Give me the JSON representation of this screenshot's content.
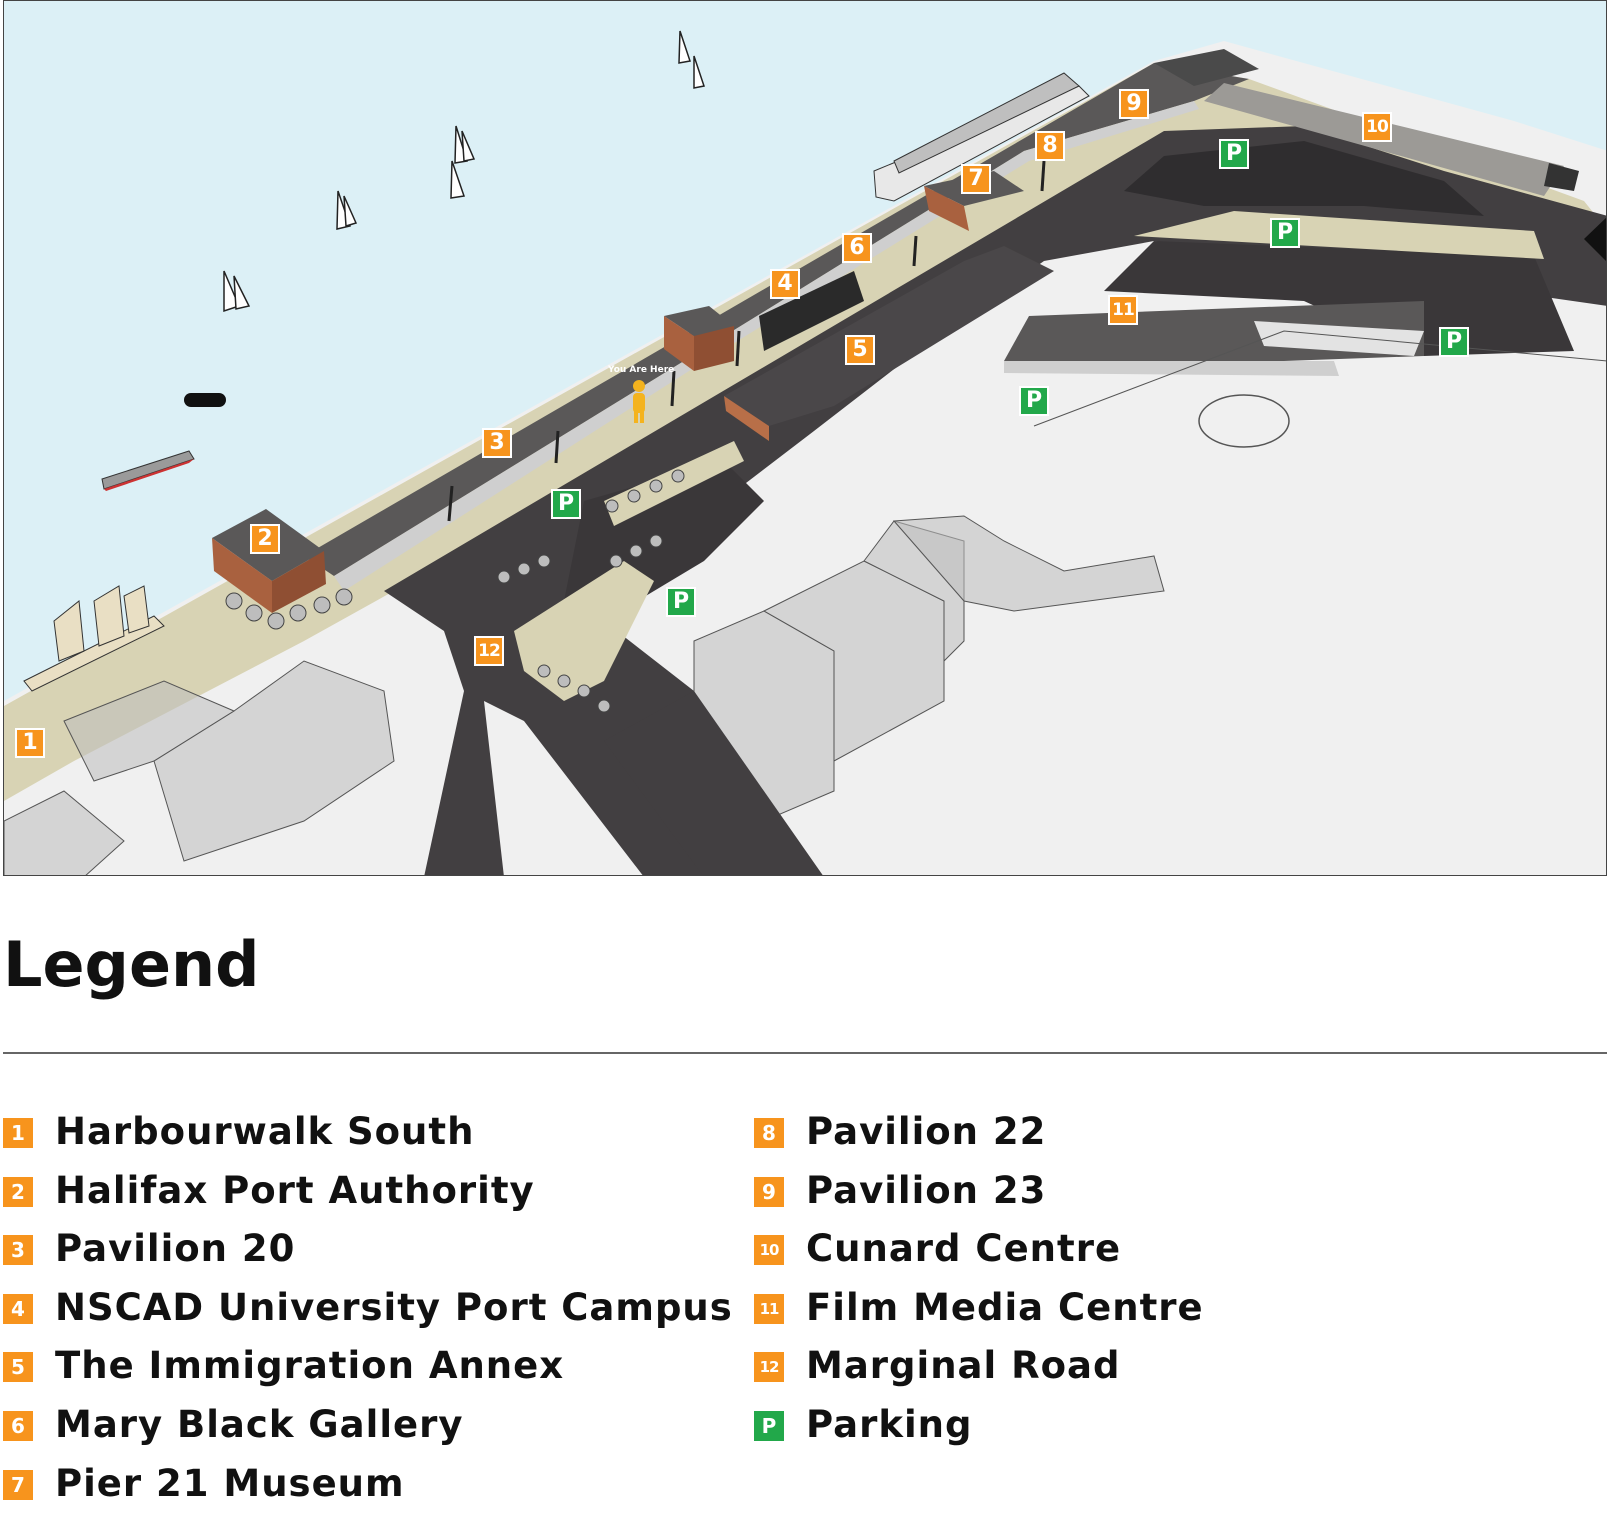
{
  "map": {
    "you_are_here": "You Are Here",
    "markers": [
      {
        "label": "1",
        "kind": "number"
      },
      {
        "label": "2",
        "kind": "number"
      },
      {
        "label": "3",
        "kind": "number"
      },
      {
        "label": "4",
        "kind": "number"
      },
      {
        "label": "5",
        "kind": "number"
      },
      {
        "label": "6",
        "kind": "number"
      },
      {
        "label": "7",
        "kind": "number"
      },
      {
        "label": "8",
        "kind": "number"
      },
      {
        "label": "9",
        "kind": "number"
      },
      {
        "label": "10",
        "kind": "number"
      },
      {
        "label": "11",
        "kind": "number"
      },
      {
        "label": "12",
        "kind": "number"
      },
      {
        "label": "P",
        "kind": "parking"
      },
      {
        "label": "P",
        "kind": "parking"
      },
      {
        "label": "P",
        "kind": "parking"
      },
      {
        "label": "P",
        "kind": "parking"
      },
      {
        "label": "P",
        "kind": "parking"
      },
      {
        "label": "P",
        "kind": "parking"
      }
    ],
    "colors": {
      "water": "#dcf0f6",
      "ground": "#f0f0f0",
      "road": "#423f41",
      "walkway": "#d8d3b4",
      "number_marker": "#f7941d",
      "parking_marker": "#22a84a",
      "building_roof": "#5a5858",
      "brick": "#a9613f"
    }
  },
  "legend": {
    "title": "Legend",
    "left_column": [
      {
        "badge": "1",
        "label": "Harbourwalk South"
      },
      {
        "badge": "2",
        "label": "Halifax Port Authority"
      },
      {
        "badge": "3",
        "label": "Pavilion 20"
      },
      {
        "badge": "4",
        "label": "NSCAD University Port Campus"
      },
      {
        "badge": "5",
        "label": "The Immigration Annex"
      },
      {
        "badge": "6",
        "label": "Mary Black Gallery"
      },
      {
        "badge": "7",
        "label": "Pier 21 Museum"
      }
    ],
    "right_column": [
      {
        "badge": "8",
        "label": "Pavilion 22"
      },
      {
        "badge": "9",
        "label": "Pavilion 23"
      },
      {
        "badge": "10",
        "label": "Cunard Centre"
      },
      {
        "badge": "11",
        "label": "Film Media Centre"
      },
      {
        "badge": "12",
        "label": "Marginal Road"
      },
      {
        "badge": "P",
        "label": "Parking",
        "kind": "parking"
      }
    ]
  }
}
